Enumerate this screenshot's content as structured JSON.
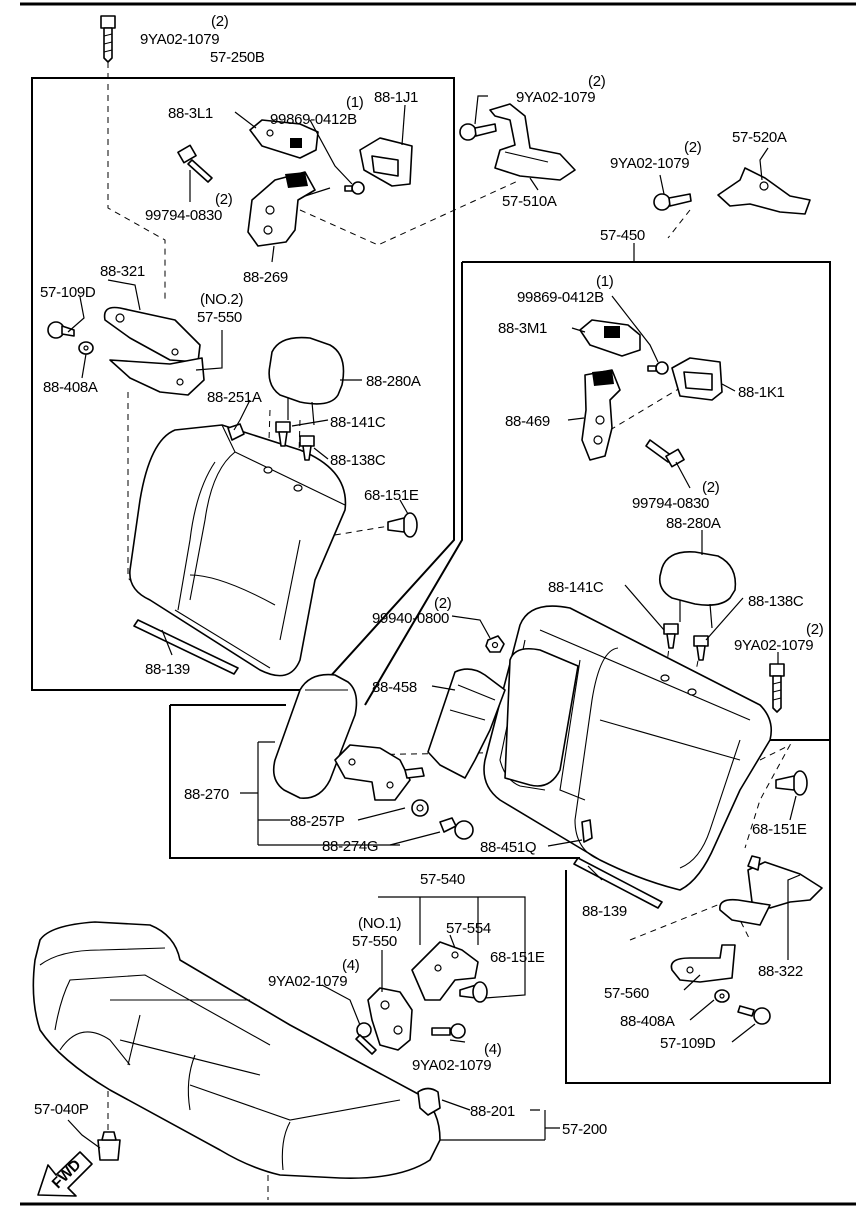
{
  "callouts": {
    "q_top": "(2)",
    "bolt_top": "9YA02-1079",
    "assy_left_back": "57-250B",
    "hinge_left": "88-3L1",
    "q_screw_left": "(1)",
    "screw_left": "99869-0412B",
    "cover_left": "88-1J1",
    "q_bolt_lb": "(2)",
    "bolt_lb": "99794-0830",
    "lock_left": "88-269",
    "q_bolt_mid": "(2)",
    "bolt_mid": "9YA02-1079",
    "bracket_510": "57-510A",
    "q_bolt_r": "(2)",
    "bolt_r": "9YA02-1079",
    "bracket_520": "57-520A",
    "assy_right_back": "57-450",
    "strap_left": "88-321",
    "pin_left": "57-109D",
    "no2": "(NO.2)",
    "bracket_550a": "57-550",
    "nut_left": "88-408A",
    "q_screw_r": "(1)",
    "screw_r": "99869-0412B",
    "hinge_right": "88-3M1",
    "cover_right": "88-1K1",
    "lock_right": "88-469",
    "q_bolt_rb": "(2)",
    "bolt_rb": "99794-0830",
    "headrest_l": "88-280A",
    "guide_l": "88-251A",
    "guide_141_l": "88-141C",
    "guide_138_l": "88-138C",
    "clip_l": "68-151E",
    "headrest_r": "88-280A",
    "guide_141_r": "88-141C",
    "guide_138_r": "88-138C",
    "q_nut": "(2)",
    "nut_999": "99940-0800",
    "q_bolt_far": "(2)",
    "bolt_far": "9YA02-1079",
    "trim_left": "88-139",
    "trim_panel": "88-458",
    "armrest": "88-270",
    "clip_r": "68-151E",
    "cup_257": "88-257P",
    "bolt_274": "88-274G",
    "hook_451": "88-451Q",
    "trim_right": "88-139",
    "assy_540": "57-540",
    "no1": "(NO.1)",
    "bracket_550b": "57-550",
    "bracket_554": "57-554",
    "clip_540": "68-151E",
    "q_bolt_540": "(4)",
    "bolt_540": "9YA02-1079",
    "q_bolt_540b": "(4)",
    "bolt_540b": "9YA02-1079",
    "strap_right": "88-322",
    "bracket_560": "57-560",
    "nut_right": "88-408A",
    "pin_right": "57-109D",
    "clip_040": "57-040P",
    "hook_201": "88-201",
    "cushion_assy": "57-200",
    "fwd": "FWD"
  }
}
